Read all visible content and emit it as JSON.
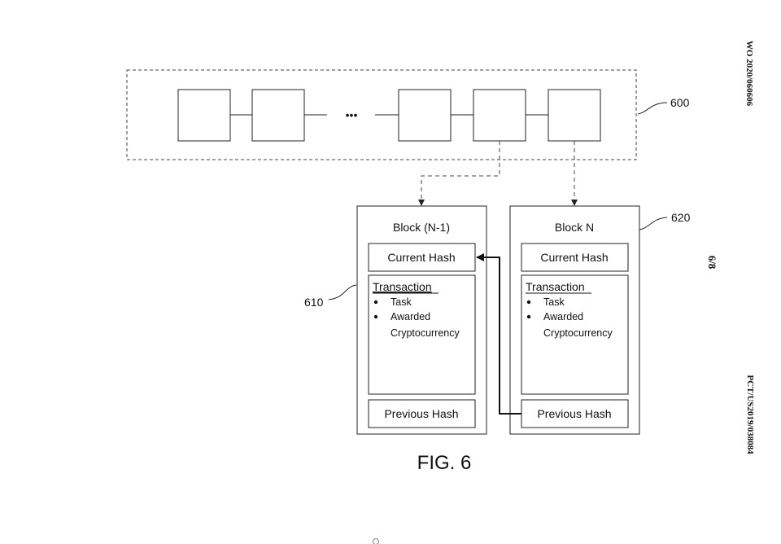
{
  "header": {
    "publication_number": "WO 2020/060606",
    "sheet": "6/8",
    "application_number": "PCT/US2019/038084"
  },
  "figure": {
    "caption": "FIG. 6",
    "chain_ellipsis": "•••",
    "refs": {
      "chain": "600",
      "block_left": "610",
      "block_right": "620"
    },
    "block_left": {
      "title": "Block (N-1)",
      "current_hash": "Current Hash",
      "transaction_heading": "Transaction",
      "bullet_1": "Task",
      "bullet_2_line1": "Awarded",
      "bullet_2_line2": "Cryptocurrency",
      "previous_hash": "Previous Hash"
    },
    "block_right": {
      "title": "Block N",
      "current_hash": "Current Hash",
      "transaction_heading": "Transaction",
      "bullet_1": "Task",
      "bullet_2_line1": "Awarded",
      "bullet_2_line2": "Cryptocurrency",
      "previous_hash": "Previous Hash"
    }
  },
  "colors": {
    "line": "#222222",
    "dashed": "#444444",
    "background": "#ffffff"
  }
}
